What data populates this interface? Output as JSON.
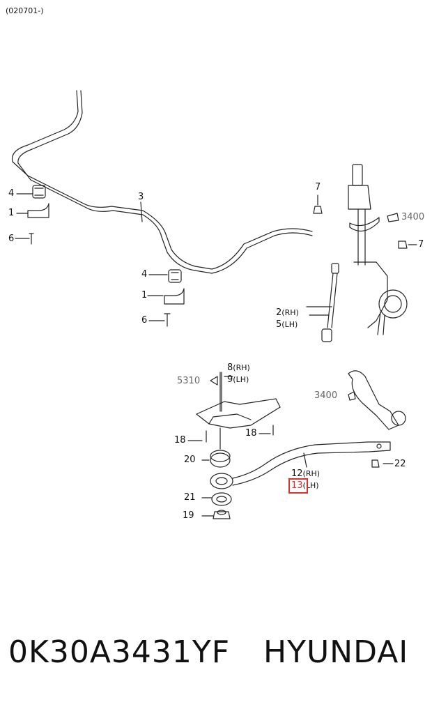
{
  "header": {
    "code": "(020701-)"
  },
  "labels": {
    "l_4a": "4",
    "l_1a": "1",
    "l_6a": "6",
    "l_3": "3",
    "l_7a": "7",
    "l_3400a": "3400",
    "l_7b": "7",
    "l_4b": "4",
    "l_1b": "1",
    "l_6b": "6",
    "l_2": "2",
    "l_2sub": "(RH)",
    "l_5": "5",
    "l_5sub": "(LH)",
    "l_8": "8",
    "l_8sub": "(RH)",
    "l_9": "9",
    "l_9sub": "(LH)",
    "l_5310": "5310",
    "l_3400b": "3400",
    "l_18a": "18",
    "l_18b": "18",
    "l_20": "20",
    "l_22": "22",
    "l_12": "12",
    "l_12sub": "(RH)",
    "l_13": "13",
    "l_13sub": "(LH)",
    "l_21": "21",
    "l_19": "19"
  },
  "highlight": {
    "part": "13",
    "color": "#e0302c"
  },
  "footer": {
    "part_number": "0K30A3431YF",
    "brand": "HYUNDAI"
  }
}
